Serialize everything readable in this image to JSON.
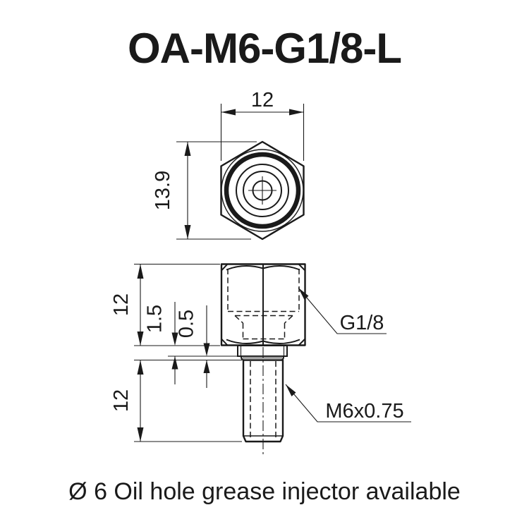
{
  "title": "OA-M6-G1/8-L",
  "caption": "Ø 6 Oil hole grease injector available",
  "colors": {
    "ink": "#1a1a1a",
    "background": "#ffffff"
  },
  "top_view": {
    "dim_width": "12",
    "dim_height": "13.9"
  },
  "side_view": {
    "dim_hex_height": "12",
    "dim_collar": "1.5",
    "dim_groove": "0.5",
    "dim_thread_length": "12",
    "label_port_thread": "G1/8",
    "label_stem_thread": "M6x0.75"
  }
}
